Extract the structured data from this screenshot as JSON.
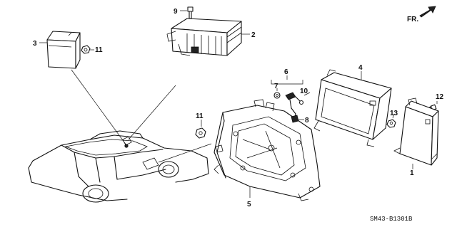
{
  "callouts": {
    "c1": "1",
    "c2": "2",
    "c3": "3",
    "c4": "4",
    "c5": "5",
    "c6": "6",
    "c7": "7",
    "c8": "8",
    "c9": "9",
    "c10": "10",
    "c11a": "11",
    "c11b": "11",
    "c12": "12",
    "c13": "13"
  },
  "front_indicator": "FR.",
  "diagram_code": "SM43-B1301B",
  "icons": [
    "front-direction-arrow-icon"
  ]
}
